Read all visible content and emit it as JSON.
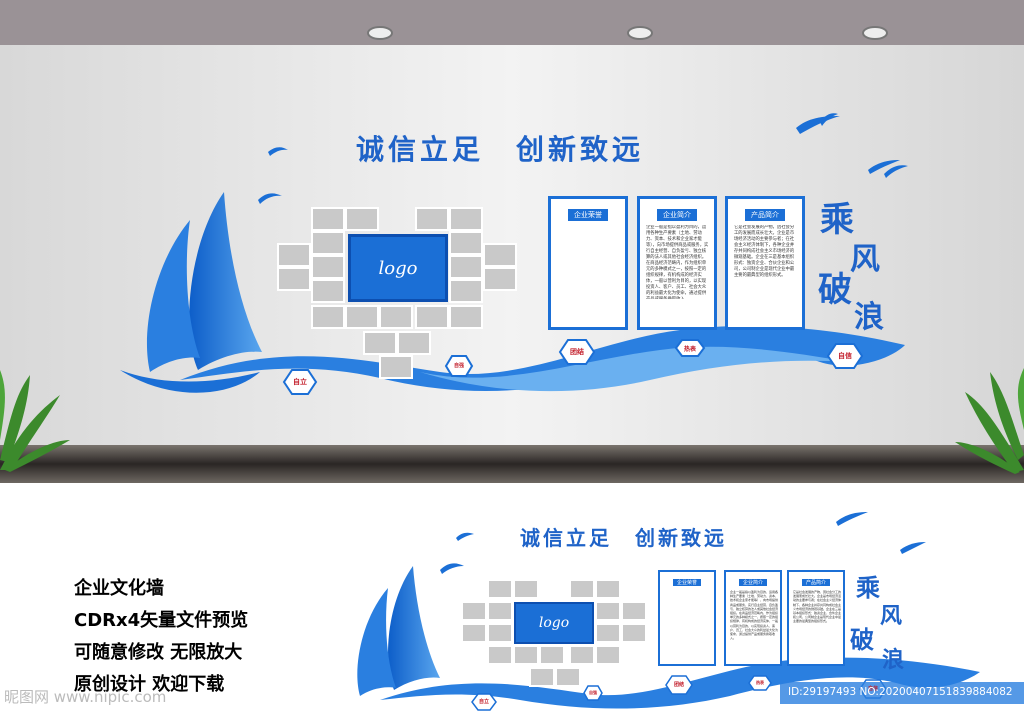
{
  "slogan": "诚信立足　创新致远",
  "vertical_text": [
    "乘",
    "风",
    "破",
    "浪"
  ],
  "logo_text": "logo",
  "panels": [
    {
      "title": "企业荣誉",
      "body": ""
    },
    {
      "title": "企业简介",
      "body": "企业一般是指以盈利为目的，运用各种生产要素（土地、劳动力、资本、技术和企业家才能等），向市场提供商品或服务，实行自主经营、自负盈亏、独立核算的法人或其他社会经济组织。在商品经济范畴内，作为组织单元的多种模式之一，按照一定的组织规律，有机构成的经济实体，一般以营利为目的，以实现投资人、客户、员工、社会大众的利益最大化为使命，通过提供产品或服务换取收入。"
    },
    {
      "title": "产品简介",
      "body": "它是社会发展的产物，因社会分工的发展而成长壮大。企业是市场经济活动的主要参与者；在社会主义经济体制下，各种企业并存共同构成社会主义市场经济的微观基础。企业在三是基本组织形式：独资企业、合伙企业和公司，公司制企业是现代企业中最主要的最典型的组织形式。"
    }
  ],
  "badges": [
    "自立",
    "自强",
    "团结",
    "热表",
    "自信"
  ],
  "captions": [
    "企业文化墙",
    "CDRx4矢量文件预览",
    "可随意修改  无限放大",
    "原创设计  欢迎下载"
  ],
  "watermark_left": "昵图网 www.nipic.com",
  "watermark_right": "ID:29197493 NO:20200407151839884082",
  "colors": {
    "primary": "#1b6fd6",
    "dark": "#0d4fb0",
    "light": "#4a9be8",
    "badge_text": "#c21d2a"
  }
}
